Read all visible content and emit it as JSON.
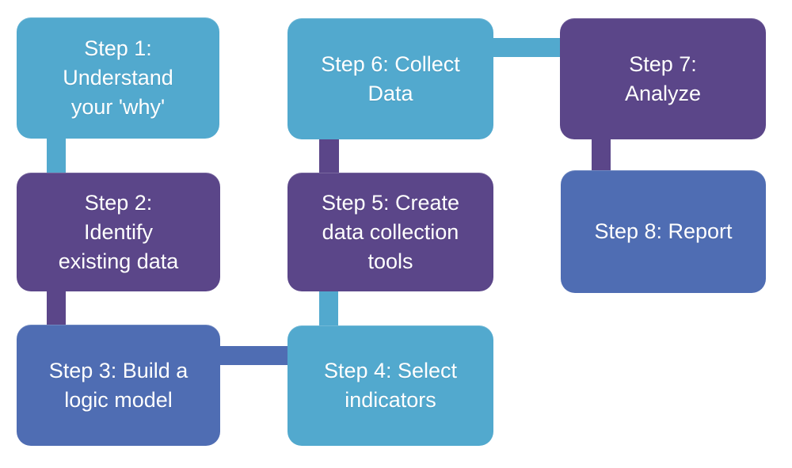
{
  "diagram": {
    "type": "flowchart",
    "background": "#FFFFFF",
    "palette": {
      "light_blue": "#52A9CE",
      "purple": "#5B4689",
      "blue": "#4F6DB3",
      "text": "#FFFFFF"
    },
    "steps": [
      {
        "id": 1,
        "label": "Step 1:\nUnderstand\nyour 'why'",
        "color": "light_blue"
      },
      {
        "id": 2,
        "label": "Step 2:\nIdentify\nexisting data",
        "color": "purple"
      },
      {
        "id": 3,
        "label": "Step 3: Build a\nlogic model",
        "color": "blue"
      },
      {
        "id": 4,
        "label": "Step 4: Select\nindicators",
        "color": "light_blue"
      },
      {
        "id": 5,
        "label": "Step 5: Create\ndata collection\ntools",
        "color": "purple"
      },
      {
        "id": 6,
        "label": "Step 6: Collect\nData",
        "color": "light_blue"
      },
      {
        "id": 7,
        "label": "Step 7:\nAnalyze",
        "color": "purple"
      },
      {
        "id": 8,
        "label": "Step 8: Report",
        "color": "blue"
      }
    ],
    "connectors": [
      {
        "from": 1,
        "to": 2,
        "orientation": "vertical",
        "color": "light_blue"
      },
      {
        "from": 2,
        "to": 3,
        "orientation": "vertical",
        "color": "purple"
      },
      {
        "from": 3,
        "to": 4,
        "orientation": "horizontal",
        "color": "blue"
      },
      {
        "from": 4,
        "to": 5,
        "orientation": "vertical",
        "color": "light_blue"
      },
      {
        "from": 5,
        "to": 6,
        "orientation": "vertical",
        "color": "purple"
      },
      {
        "from": 6,
        "to": 7,
        "orientation": "horizontal",
        "color": "light_blue"
      },
      {
        "from": 7,
        "to": 8,
        "orientation": "vertical",
        "color": "purple"
      }
    ]
  }
}
